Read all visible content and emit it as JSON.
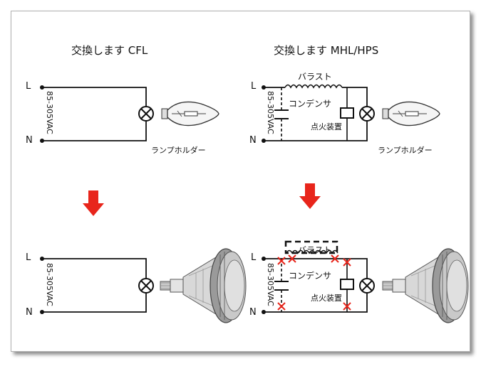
{
  "panels": {
    "top_left": {
      "title": "交換します CFL",
      "line_label": "L",
      "neutral_label": "N",
      "voltage": "85-305VAC",
      "holder_label": "ランプホルダー"
    },
    "top_right": {
      "title": "交換します MHL/HPS",
      "line_label": "L",
      "neutral_label": "N",
      "voltage": "85-305VAC",
      "ballast_label": "バラスト",
      "capacitor_label": "コンデンサ",
      "ignitor_label": "点火装置",
      "holder_label": "ランプホルダー"
    },
    "bottom_left": {
      "line_label": "L",
      "neutral_label": "N",
      "voltage": "85-305VAC"
    },
    "bottom_right": {
      "line_label": "L",
      "neutral_label": "N",
      "voltage": "85-305VAC",
      "ballast_label": "バラスト",
      "capacitor_label": "コンデンサ",
      "ignitor_label": "点火装置"
    }
  },
  "colors": {
    "arrow": "#e8251b",
    "cut_mark": "#e8251b",
    "wire": "#111111"
  }
}
